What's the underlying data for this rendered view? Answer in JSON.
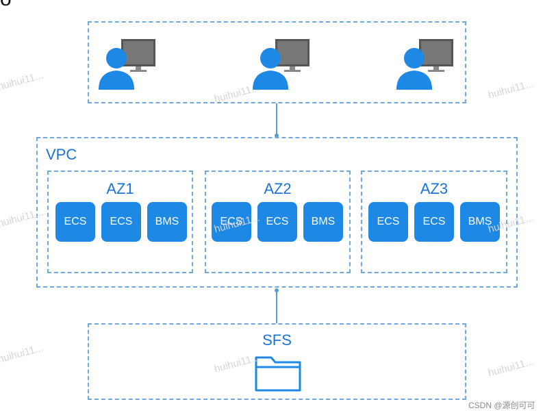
{
  "corner_mark": "o",
  "vpc": {
    "label": "VPC",
    "zones": [
      {
        "label": "AZ1",
        "nodes": [
          "ECS",
          "ECS",
          "BMS"
        ]
      },
      {
        "label": "AZ2",
        "nodes": [
          "ECS",
          "ECS",
          "BMS"
        ]
      },
      {
        "label": "AZ3",
        "nodes": [
          "ECS",
          "ECS",
          "BMS"
        ]
      }
    ]
  },
  "storage": {
    "label": "SFS",
    "icon": "folder-icon"
  },
  "users": {
    "count": 3,
    "icon": "user-workstation-icon"
  },
  "watermark": "huihui11...",
  "credit": "CSDN @源创可可",
  "colors": {
    "accent": "#1e88e5",
    "border": "#6fa8dc",
    "label": "#1a73d9",
    "monitor": "#555555"
  }
}
